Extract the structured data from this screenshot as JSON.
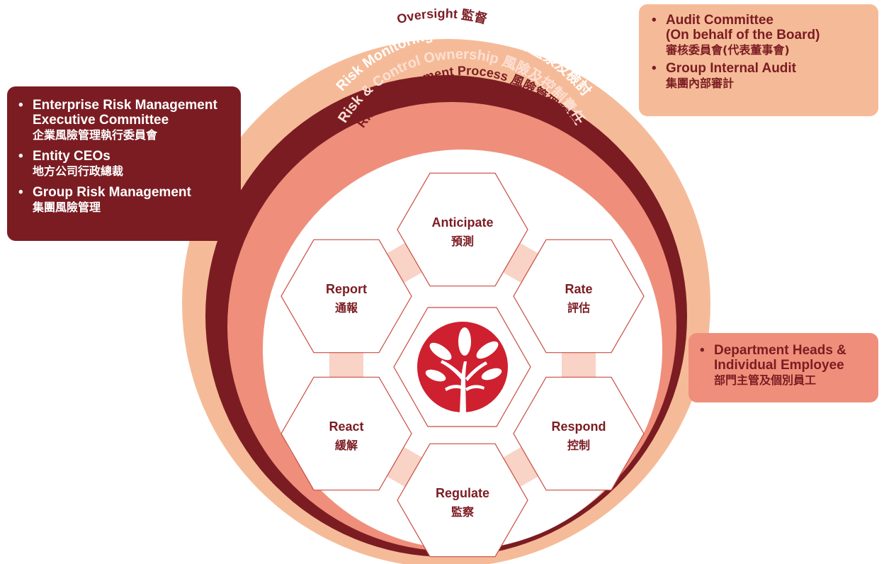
{
  "colors": {
    "outer_ring": "#f5bb98",
    "monitoring_ring": "#7b1c22",
    "ownership_ring": "#ef8f7b",
    "inner_circle": "#ffffff",
    "hex_stroke": "#c94a40",
    "hex_text": "#7b1c22",
    "connector": "#f8d3c6",
    "logo_red": "#cf2030"
  },
  "rings": {
    "oversight": "Oversight 監督",
    "monitoring": "Risk Monitoring & Review 風險監察及檢討",
    "ownership": "Risk & Control Ownership 風險及控制責任",
    "process": "Risk Management Process 風險管理程序"
  },
  "process_steps": [
    {
      "en": "Anticipate",
      "zh": "預測"
    },
    {
      "en": "Rate",
      "zh": "評估"
    },
    {
      "en": "Respond",
      "zh": "控制"
    },
    {
      "en": "Regulate",
      "zh": "監察"
    },
    {
      "en": "React",
      "zh": "緩解"
    },
    {
      "en": "Report",
      "zh": "通報"
    }
  ],
  "center_icon": "tree-logo-icon",
  "left_box": [
    {
      "en": "Enterprise Risk Management\nExecutive Committee",
      "zh": "企業風險管理執行委員會"
    },
    {
      "en": "Entity CEOs",
      "zh": "地方公司行政總裁"
    },
    {
      "en": "Group Risk Management",
      "zh": "集團風險管理"
    }
  ],
  "top_right_box": [
    {
      "en": "Audit Committee\n(On behalf of the Board)",
      "zh": "審核委員會(代表董事會)"
    },
    {
      "en": "Group Internal Audit",
      "zh": "集團內部審計"
    }
  ],
  "mid_right_box": [
    {
      "en": "Department Heads &\nIndividual Employee",
      "zh": "部門主管及個別員工"
    }
  ]
}
